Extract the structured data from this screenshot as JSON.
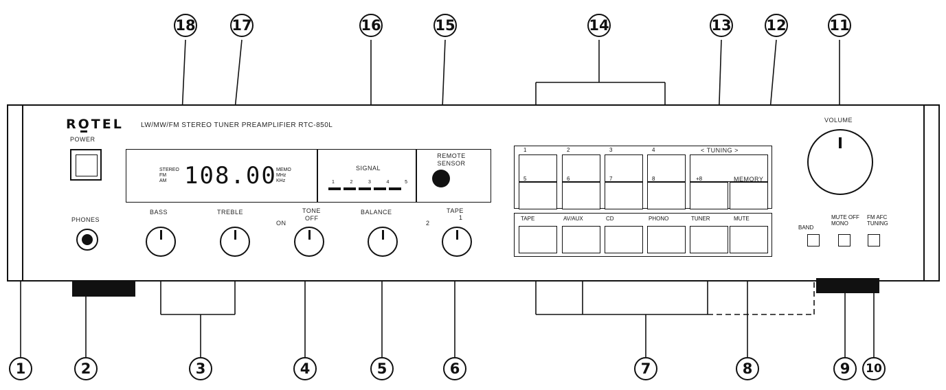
{
  "header": {
    "brand": "ROTEL",
    "model_line": "LW/MW/FM STEREO TUNER PREAMPLIFIER   RTC-850L"
  },
  "labels": {
    "power": "POWER",
    "phones": "PHONES",
    "bass": "BASS",
    "treble": "TREBLE",
    "tone": "TONE",
    "tone_off": "OFF",
    "tone_on": "ON",
    "balance": "BALANCE",
    "tape": "TAPE",
    "tape_sub": "1",
    "tape_sub2": "2",
    "signal": "SIGNAL",
    "signal_scale": [
      "1",
      "2",
      "3",
      "4",
      "5"
    ],
    "remote_sensor": "REMOTE SENSOR",
    "volume": "VOLUME",
    "tuning": "<  TUNING  >",
    "memory": "MEMORY",
    "presets_top": [
      "1",
      "2",
      "3",
      "4"
    ],
    "presets_bottom": [
      "5",
      "6",
      "7",
      "8",
      "+8"
    ],
    "sources": [
      "TAPE",
      "AV/AUX",
      "CD",
      "PHONO",
      "TUNER",
      "MUTE"
    ],
    "band": "BAND",
    "muteoff_mono": "MUTE OFF MONO",
    "fm_afc_tuning": "FM AFC TUNING"
  },
  "display": {
    "indicators_left": [
      "STEREO",
      "FM",
      "AM"
    ],
    "frequency": "108.00",
    "indicators_right": [
      "MEMO",
      "MHz",
      "KHz"
    ]
  },
  "callouts": {
    "c1": "1",
    "c2": "2",
    "c3": "3",
    "c4": "4",
    "c5": "5",
    "c6": "6",
    "c7": "7",
    "c8": "8",
    "c9": "9",
    "c10": "10",
    "c11": "11",
    "c12": "12",
    "c13": "13",
    "c14": "14",
    "c15": "15",
    "c16": "16",
    "c17": "17",
    "c18": "18"
  }
}
